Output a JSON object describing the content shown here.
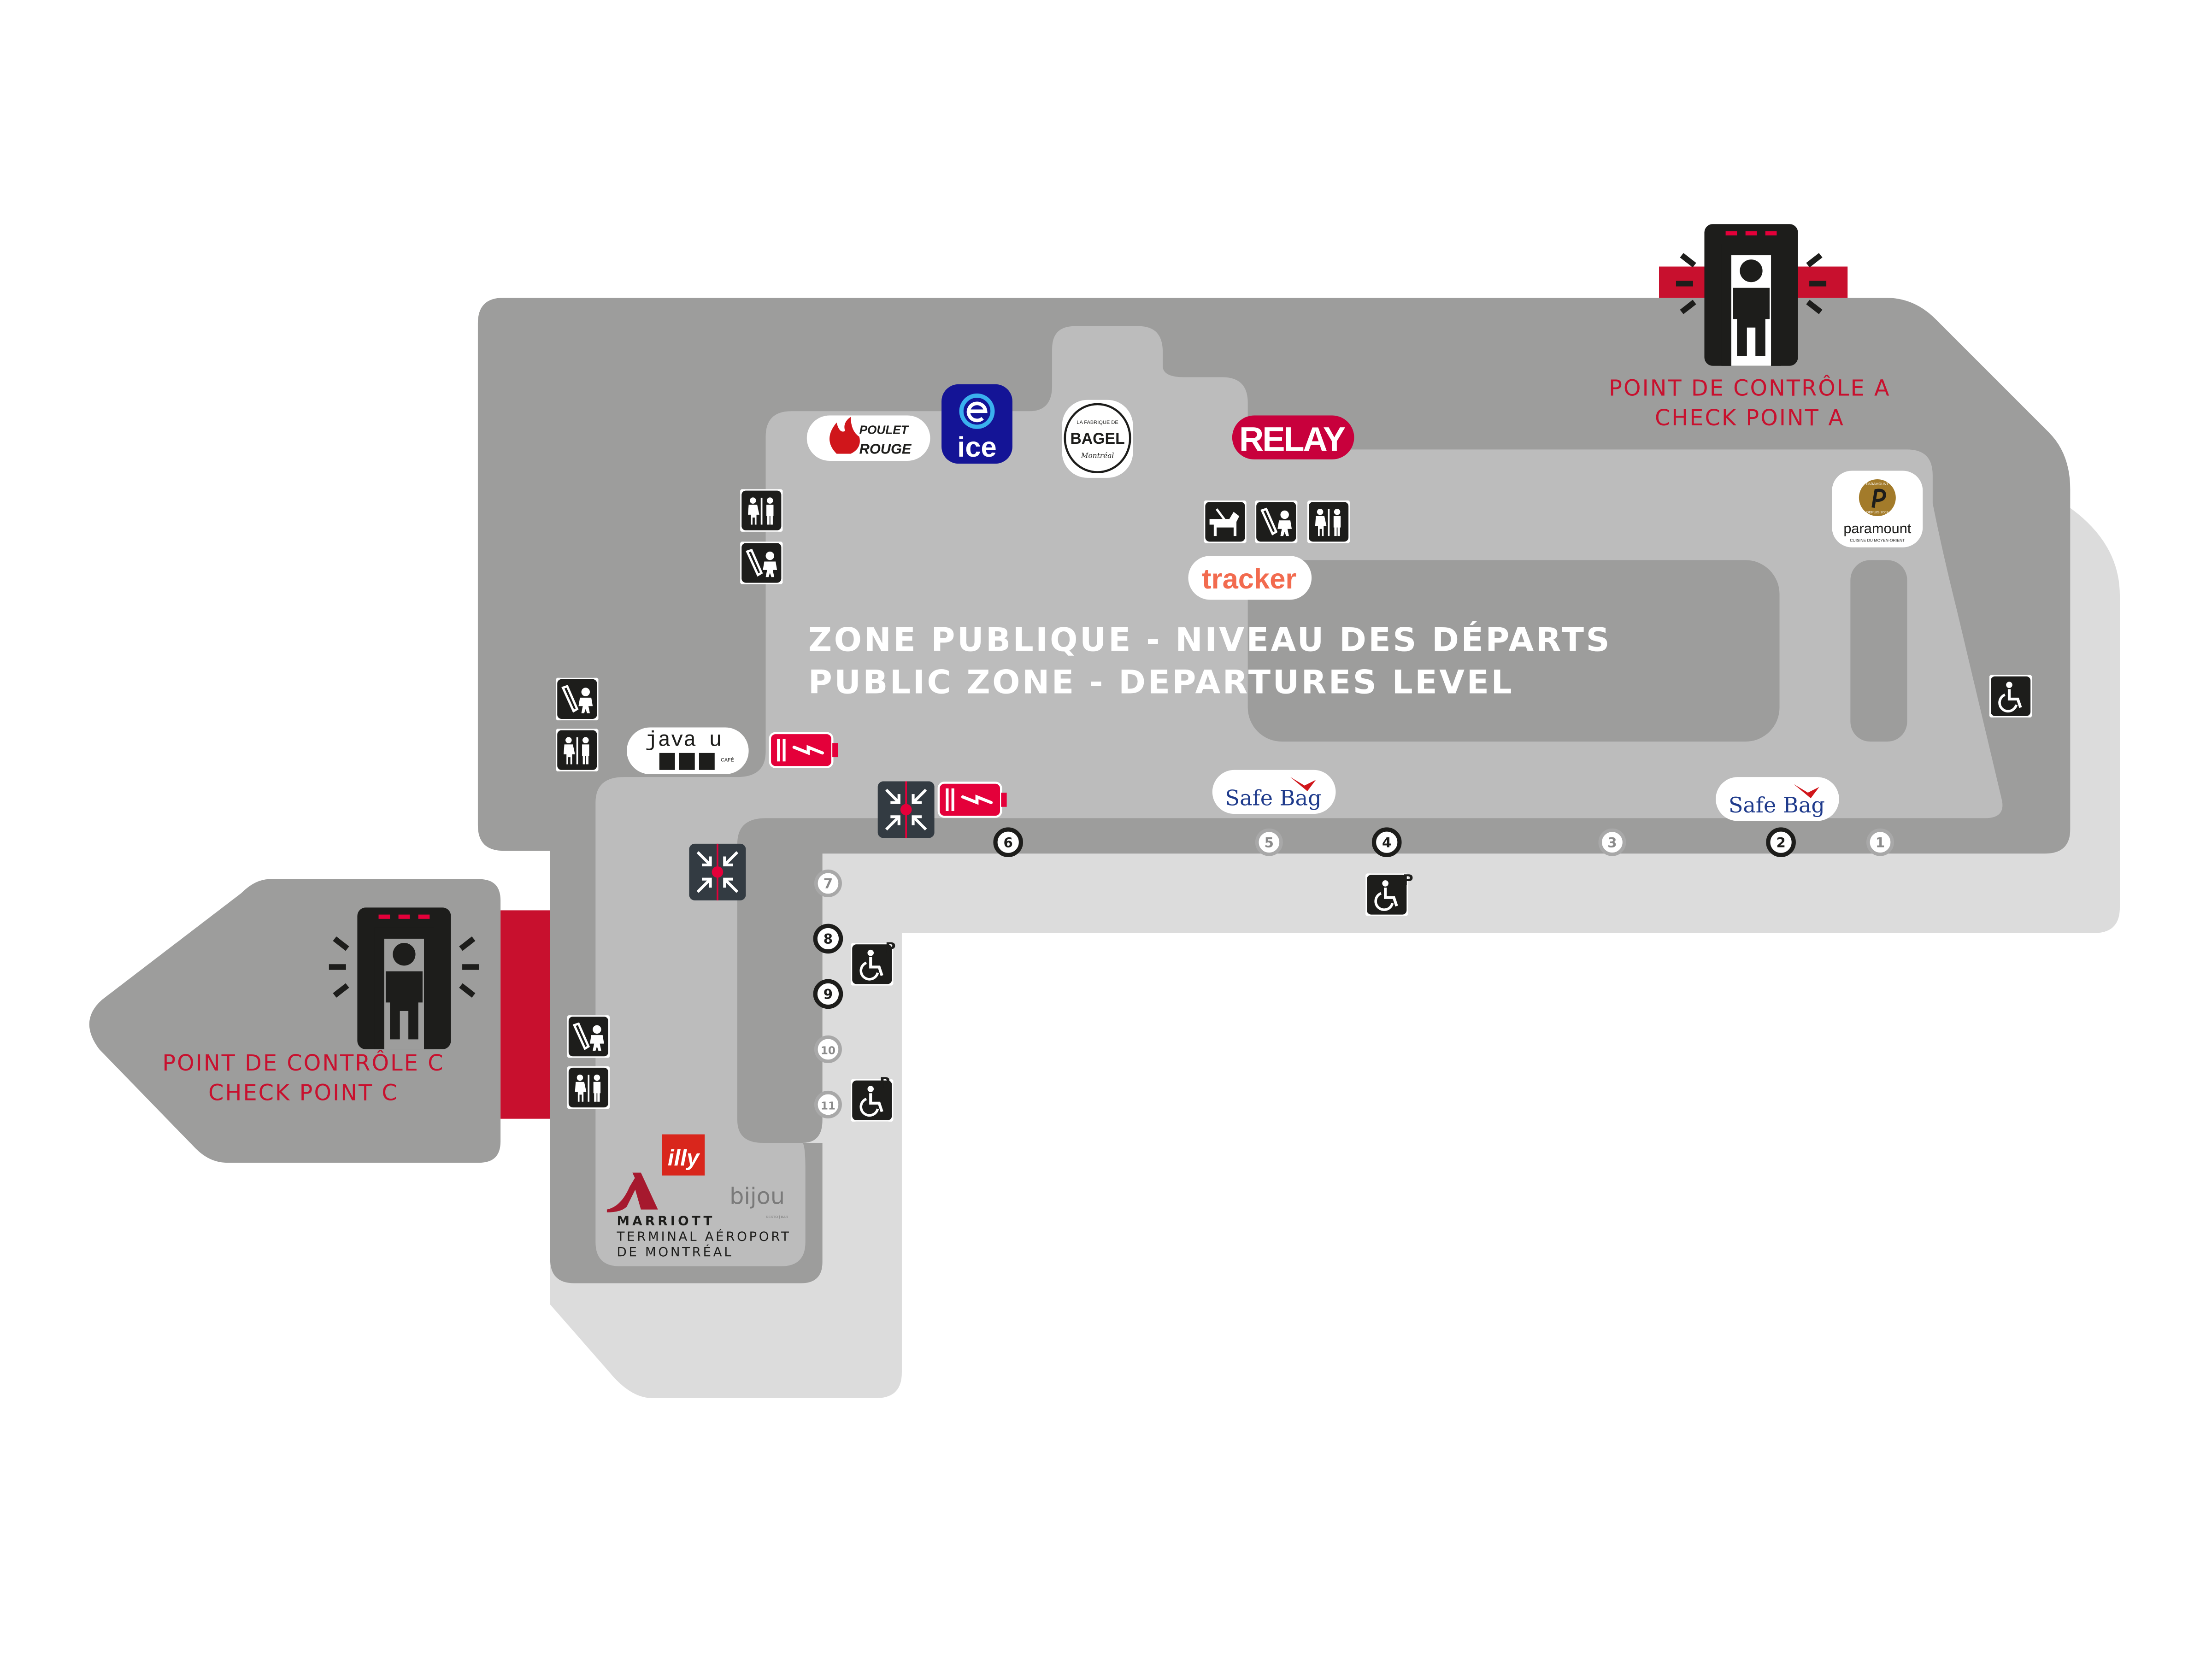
{
  "zone": {
    "line_fr": "ZONE PUBLIQUE - NIVEAU DES DÉPARTS",
    "line_en": "PUBLIC ZONE - DEPARTURES LEVEL"
  },
  "checkpoints": {
    "a": {
      "fr": "POINT DE CONTRÔLE A",
      "en": "CHECK POINT A"
    },
    "c": {
      "fr": "POINT DE CONTRÔLE C",
      "en": "CHECK POINT C"
    }
  },
  "brands": {
    "poulet_rouge": {
      "line1": "POULET",
      "line2": "ROUGE"
    },
    "ice": {
      "label": "ice"
    },
    "bagel": {
      "top": "LA FABRIQUE DE",
      "name": "BAGEL",
      "script": "Montréal"
    },
    "relay": {
      "label": "RELAY"
    },
    "tracker": {
      "label": "tracker"
    },
    "paramount": {
      "ring_top": "PARAMOUNT",
      "ring_bottom": "DEPUIS 2007",
      "name": "paramount",
      "tagline": "CUISINE DU MOYEN-ORIENT"
    },
    "java_u": {
      "name": "java u",
      "sub": "CAFÉ"
    },
    "safe_bag": {
      "label1": "Safe Bag",
      "label2": "Safe Bag"
    },
    "illy": {
      "label": "illy"
    },
    "bijou": {
      "name": "bijou",
      "sub": "RESTO | BAR"
    },
    "marriott": {
      "line1": "MARRIOTT",
      "line2": "TERMINAL AÉROPORT",
      "line3": "DE MONTRÉAL"
    }
  },
  "gates": [
    {
      "number": "1",
      "style": "minor"
    },
    {
      "number": "2",
      "style": "major"
    },
    {
      "number": "3",
      "style": "minor"
    },
    {
      "number": "4",
      "style": "major"
    },
    {
      "number": "5",
      "style": "minor"
    },
    {
      "number": "6",
      "style": "major"
    },
    {
      "number": "7",
      "style": "minor"
    },
    {
      "number": "8",
      "style": "major"
    },
    {
      "number": "9",
      "style": "major"
    },
    {
      "number": "10",
      "style": "minor"
    },
    {
      "number": "11",
      "style": "minor"
    }
  ],
  "parking_letter": "P",
  "icons": [
    "restroom-icon",
    "family-room-icon",
    "pet-relief-icon",
    "accessible-parking-icon",
    "accessible-services-icon",
    "meeting-point-icon",
    "charging-station-icon",
    "security-checkpoint-icon"
  ],
  "colors": {
    "accent_red": "#c8102e",
    "dark_area": "#9d9d9c",
    "public_zone": "#bcbcbc",
    "outer_area": "#dcdcdc",
    "icon_bg": "#1d1d1b",
    "meeting_bg": "#333b42",
    "charge_red": "#e4003a",
    "ice_blue": "#141496",
    "tracker_orange": "#f26b4f"
  }
}
